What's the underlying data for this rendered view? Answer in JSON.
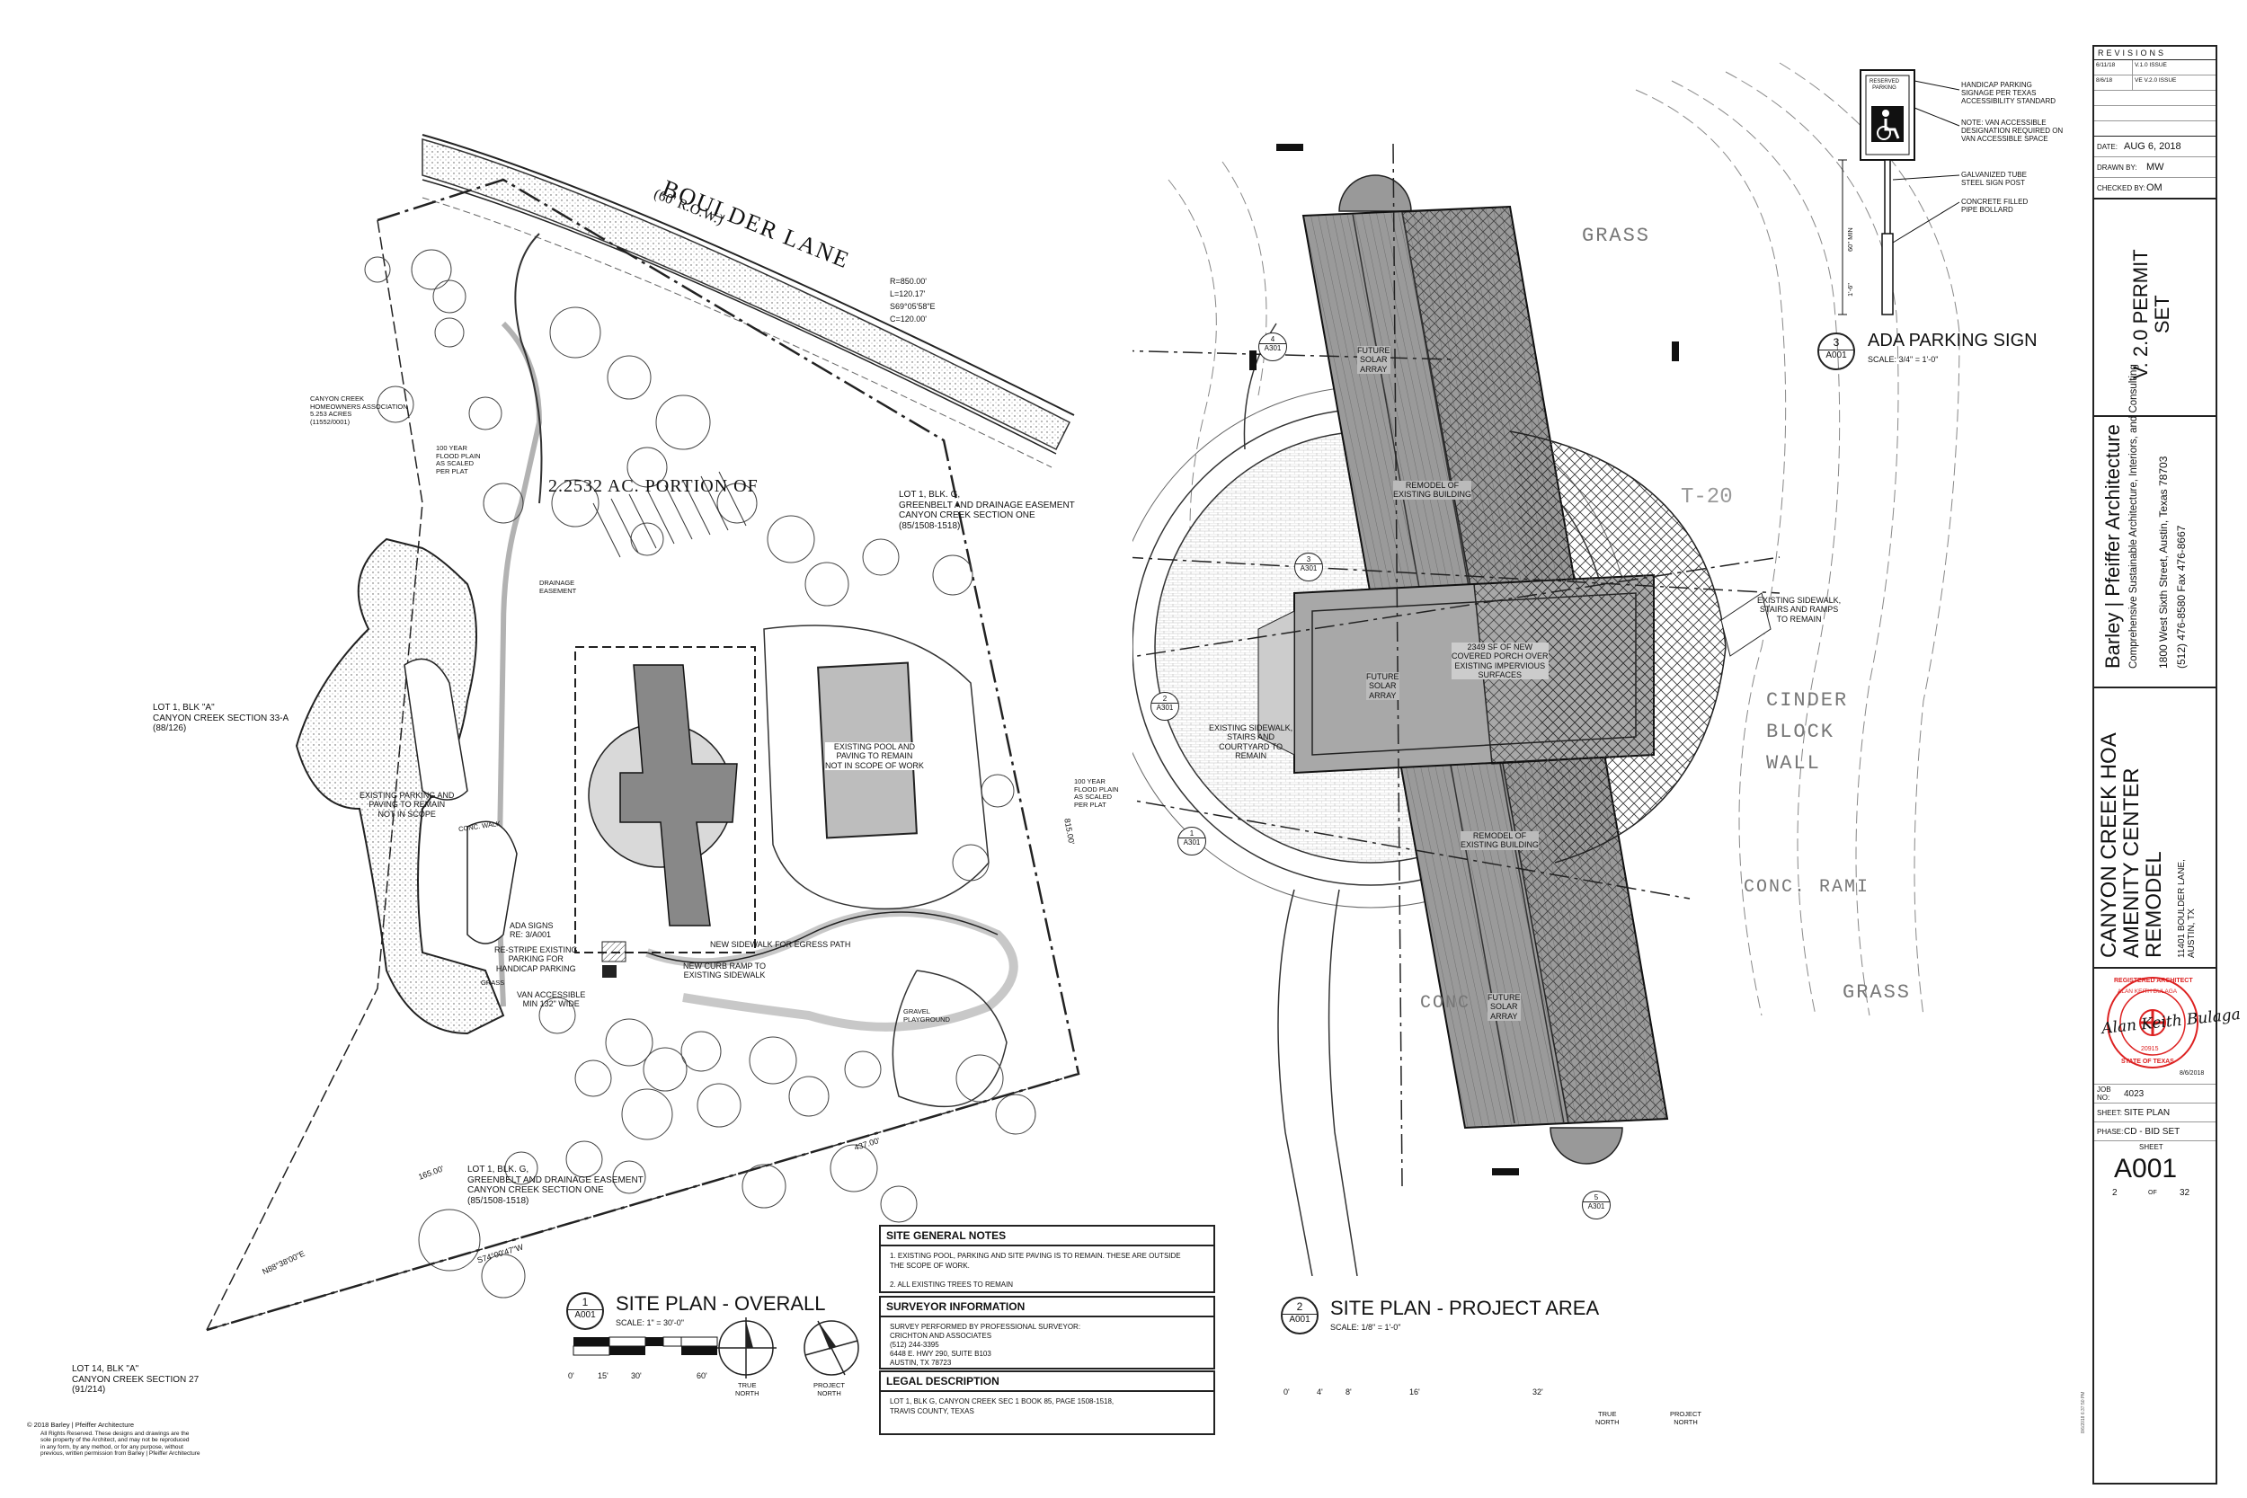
{
  "left_plan": {
    "road_name": "BOULDER LANE",
    "road_width": "(60' R.O.W.)",
    "curve_data": [
      "R=850.00'",
      "L=120.17'",
      "S69°05'58\"E",
      "C=120.00'"
    ],
    "parcel_title": "2.2532 AC. PORTION OF",
    "labels": {
      "lot1_blk_a_33a": "LOT 1, BLK \"A\"\nCANYON CREEK SECTION 33-A\n(88/126)",
      "lot14_blk_a_27": "LOT 14, BLK \"A\"\nCANYON CREEK SECTION 27\n(91/214)",
      "lot1_blk_g_upper": "LOT 1, BLK. G,\nGREENBELT AND DRAINAGE EASEMENT\nCANYON CREEK SECTION ONE\n(85/1508-1518)",
      "lot1_blk_g_lower": "LOT 1, BLK. G,\nGREENBELT AND DRAINAGE EASEMENT\nCANYON CREEK SECTION ONE\n(85/1508-1518)",
      "hoa": "CANYON CREEK\nHOMEOWNERS ASSOCIATION\n5.253 ACRES\n(11552/0001)",
      "flood_plain_1": "100 YEAR\nFLOOD PLAIN\nAS SCALED\nPER PLAT",
      "flood_plain_2": "100 YEAR\nFLOOD PLAIN\nAS SCALED\nPER PLAT",
      "existing_parking": "EXISTING PARKING AND\nPAVING TO REMAIN\nNOT IN SCOPE",
      "ada_signs": "ADA SIGNS\nRE: 3/A001",
      "restripe": "RE-STRIPE EXISTING\nPARKING FOR\nHANDICAP PARKING",
      "van_accessible": "VAN ACCESSIBLE\nMIN 132\" WIDE",
      "new_sidewalk": "NEW SIDEWALK FOR EGRESS PATH",
      "curb_ramp": "NEW CURB RAMP TO\nEXISTING SIDEWALK",
      "pool": "EXISTING POOL AND\nPAVING TO REMAIN\nNOT IN SCOPE OF WORK",
      "gravel_playground": "GRAVEL\nPLAYGROUND",
      "drainage": "DRAINAGE\nEASEMENT",
      "grass": "GRASS",
      "conc_walk": "CONC. WALK",
      "dist_437": "437.00'",
      "dist_165": "165.00'",
      "dist_815": "815.00'",
      "bearing_1": "N88°38'00\"E",
      "bearing_2": "S74°00'47\"W"
    },
    "title": "SITE PLAN - OVERALL",
    "detail_num": "1",
    "detail_sheet": "A001",
    "scale": "1\" = 30'-0\"",
    "scale_ticks": [
      "0'",
      "15'",
      "30'",
      "60'"
    ],
    "true_north": "TRUE\nNORTH",
    "project_north": "PROJECT\nNORTH"
  },
  "right_plan": {
    "labels": {
      "grass_top": "GRASS",
      "grass_bottom": "GRASS",
      "cinder_block_wall": "CINDER\nBLOCK\nWALL",
      "conc_ramp": "CONC. RAMI",
      "conc": "CONC",
      "future_solar_1": "FUTURE\nSOLAR\nARRAY",
      "future_solar_2": "FUTURE\nSOLAR\nARRAY",
      "future_solar_3": "FUTURE\nSOLAR\nARRAY",
      "remodel_1": "REMODEL OF\nEXISTING BUILDING",
      "remodel_2": "REMODEL OF\nEXISTING BUILDING",
      "covered_porch": "2349 SF OF NEW\nCOVERED PORCH OVER\nEXISTING IMPERVIOUS\nSURFACES",
      "existing_sidewalk_left": "EXISTING SIDEWALK,\nSTAIRS AND\nCOURTYARD TO\nREMAIN",
      "existing_sidewalk_right": "EXISTING SIDEWALK,\nSTAIRS AND RAMPS\nTO REMAIN",
      "tree_tag": "T-20"
    },
    "section_tags": [
      {
        "num": "4",
        "sheet": "A301"
      },
      {
        "num": "3",
        "sheet": "A301"
      },
      {
        "num": "2",
        "sheet": "A301"
      },
      {
        "num": "1",
        "sheet": "A301"
      },
      {
        "num": "5",
        "sheet": "A301"
      }
    ],
    "title": "SITE PLAN - PROJECT AREA",
    "detail_num": "2",
    "detail_sheet": "A001",
    "scale": "1/8\" = 1'-0\"",
    "scale_ticks": [
      "0'",
      "4'",
      "8'",
      "16'",
      "32'"
    ],
    "true_north": "TRUE\nNORTH",
    "project_north": "PROJECT\nNORTH"
  },
  "ada_sign": {
    "sign_text": "RESERVED\nPARKING",
    "note_1": "HANDICAP PARKING\nSIGNAGE PER TEXAS\nACCESSIBILITY STANDARD",
    "note_2": "NOTE: VAN ACCESSIBLE\nDESIGNATION REQUIRED ON\nVAN ACCESSIBLE SPACE",
    "note_3": "GALVANIZED TUBE\nSTEEL SIGN POST",
    "note_4": "CONCRETE FILLED\nPIPE BOLLARD",
    "dim_1": "60\" MIN",
    "dim_2": "1'-6\"",
    "title": "ADA PARKING SIGN",
    "detail_num": "3",
    "detail_sheet": "A001",
    "scale": "3/4\" = 1'-0\""
  },
  "notes": {
    "general_title": "SITE GENERAL NOTES",
    "general_body": "1. EXISTING POOL, PARKING AND SITE PAVING IS TO REMAIN. THESE ARE OUTSIDE\n    THE SCOPE OF WORK.\n\n2. ALL EXISTING TREES TO REMAIN",
    "surveyor_title": "SURVEYOR INFORMATION",
    "surveyor_body": "SURVEY PERFORMED BY PROFESSIONAL SURVEYOR:\nCRICHTON AND ASSOCIATES\n(512) 244-3395\n6448 E. HWY 290, SUITE B103\nAUSTIN, TX 78723",
    "legal_title": "LEGAL DESCRIPTION",
    "legal_body": "LOT 1, BLK G, CANYON CREEK SEC 1 BOOK 85, PAGE 1508-1518,\nTRAVIS COUNTY, TEXAS"
  },
  "copyright": "© 2018 Barley | Pfeiffer Architecture",
  "copyright_body": "All Rights Reserved. These designs and drawings are the\nsole property of the Architect, and may not be reproduced\nin any form, by any method, or for any purpose, without\nprevious, written permission from Barley | Pfeiffer Architecture",
  "title_block": {
    "revisions_title": "REVISIONS",
    "revisions": [
      {
        "date": "6/11/18",
        "desc": "V.1.0 ISSUE"
      },
      {
        "date": "8/6/18",
        "desc": "VE V.2.0 ISSUE"
      }
    ],
    "date_label": "DATE:",
    "date_value": "AUG 6, 2018",
    "drawn_label": "DRAWN BY:",
    "drawn_value": "MW",
    "checked_label": "CHECKED BY:",
    "checked_value": "OM",
    "set_name": "V. 2.0 PERMIT\nSET",
    "firm_name": "Barley | Pfeiffer Architecture",
    "firm_tagline": "Comprehensive Sustainable Architecture, Interiors, and Consulting",
    "firm_address": "1800 West Sixth Street, Austin, Texas 78703",
    "firm_phone": "(512) 476-8580   Fax 476-8667",
    "project_name": "CANYON CREEK HOA\nAMENITY CENTER\nREMODEL",
    "project_address": "11401 BOULDER LANE,\nAUSTIN, TX",
    "seal_text": "REGISTERED ARCHITECT",
    "seal_name": "ALAN KEITH BULAGA",
    "seal_state": "STATE OF TEXAS",
    "seal_number": "20915",
    "seal_date": "8/6/2018",
    "signature": "Alan Keith Bulaga",
    "job_label": "JOB NO:",
    "job_value": "4023",
    "sheet_label": "SHEET:",
    "sheet_value": "SITE PLAN",
    "phase_label": "PHASE:",
    "phase_value": "CD - BID SET",
    "sheet_caption": "SHEET",
    "sheet_number": "A001",
    "sheet_index": "2",
    "sheet_of": "OF",
    "sheet_total": "32",
    "vertical_file": "8/6/2018 6:37:50 PM"
  }
}
